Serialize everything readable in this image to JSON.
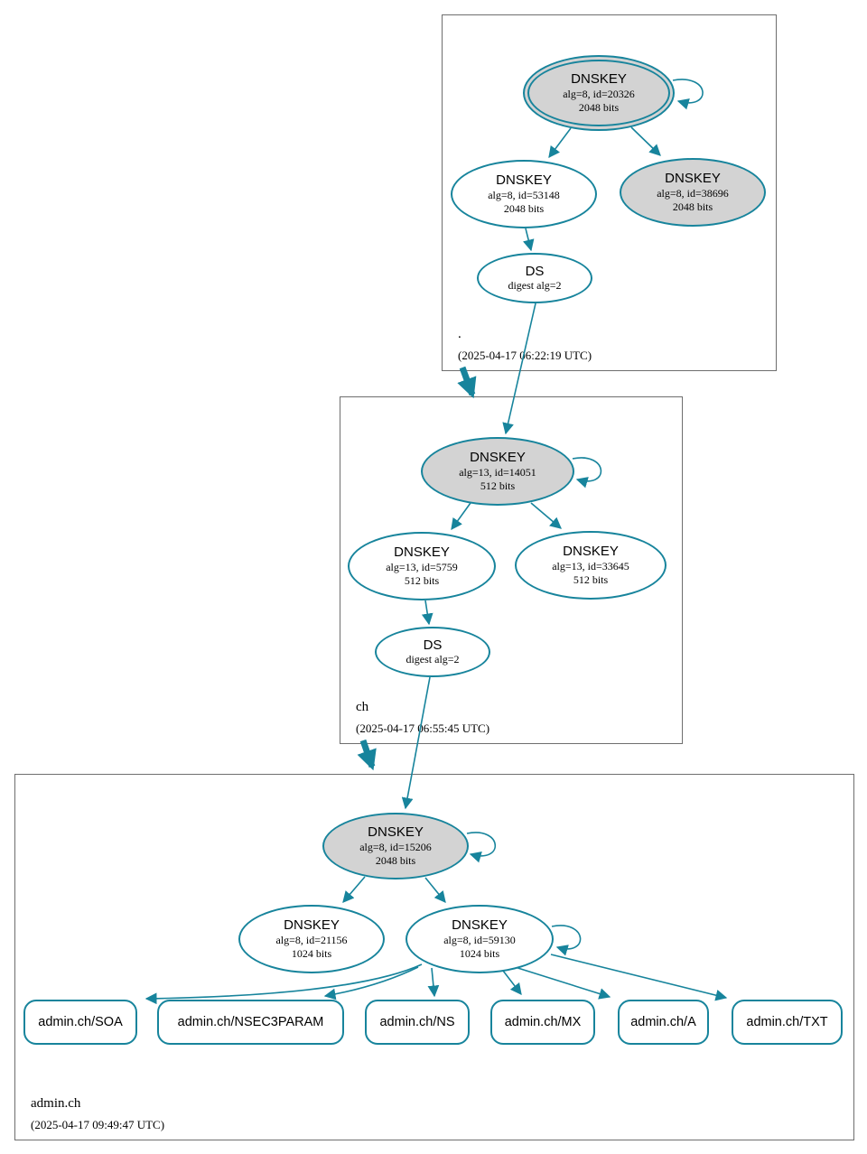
{
  "colors": {
    "edge": "#17849C",
    "node_gray_fill": "#d3d3d3",
    "node_white_fill": "#ffffff",
    "zone_box_border": "#6e6e6e",
    "text": "#000000"
  },
  "zones": [
    {
      "name": ".",
      "timestamp": "(2025-04-17 06:22:19 UTC)",
      "nodes": {
        "ksk": {
          "label": "DNSKEY",
          "detail1": "alg=8, id=20326",
          "detail2": "2048 bits"
        },
        "key2": {
          "label": "DNSKEY",
          "detail1": "alg=8, id=53148",
          "detail2": "2048 bits"
        },
        "key3": {
          "label": "DNSKEY",
          "detail1": "alg=8, id=38696",
          "detail2": "2048 bits"
        },
        "ds": {
          "label": "DS",
          "detail1": "digest alg=2"
        }
      }
    },
    {
      "name": "ch",
      "timestamp": "(2025-04-17 06:55:45 UTC)",
      "nodes": {
        "ksk": {
          "label": "DNSKEY",
          "detail1": "alg=13, id=14051",
          "detail2": "512 bits"
        },
        "key2": {
          "label": "DNSKEY",
          "detail1": "alg=13, id=5759",
          "detail2": "512 bits"
        },
        "key3": {
          "label": "DNSKEY",
          "detail1": "alg=13, id=33645",
          "detail2": "512 bits"
        },
        "ds": {
          "label": "DS",
          "detail1": "digest alg=2"
        }
      }
    },
    {
      "name": "admin.ch",
      "timestamp": "(2025-04-17 09:49:47 UTC)",
      "nodes": {
        "ksk": {
          "label": "DNSKEY",
          "detail1": "alg=8, id=15206",
          "detail2": "2048 bits"
        },
        "key2": {
          "label": "DNSKEY",
          "detail1": "alg=8, id=21156",
          "detail2": "1024 bits"
        },
        "key3": {
          "label": "DNSKEY",
          "detail1": "alg=8, id=59130",
          "detail2": "1024 bits"
        }
      },
      "rrsets": [
        "admin.ch/SOA",
        "admin.ch/NSEC3PARAM",
        "admin.ch/NS",
        "admin.ch/MX",
        "admin.ch/A",
        "admin.ch/TXT"
      ]
    }
  ]
}
